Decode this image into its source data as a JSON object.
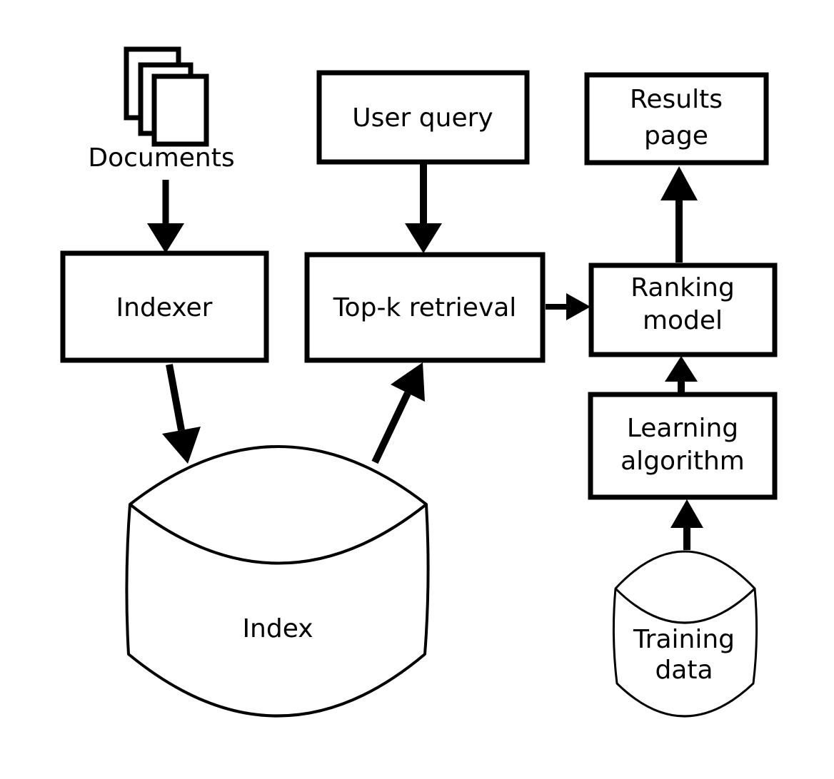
{
  "diagram": {
    "description": "Search engine indexing and learning-to-rank flow diagram",
    "colors": {
      "ink": "#000000",
      "paper": "#ffffff",
      "background": "#ffffff"
    },
    "nodes": {
      "documents": {
        "label": "Documents",
        "shape": "document-stack"
      },
      "indexer": {
        "label": "Indexer",
        "shape": "rect"
      },
      "user_query": {
        "label": "User query",
        "shape": "rect"
      },
      "topk_retrieval": {
        "label": "Top-k retrieval",
        "shape": "rect"
      },
      "results_page": {
        "label": "Results page",
        "line1": "Results",
        "line2": "page",
        "shape": "rect"
      },
      "ranking_model": {
        "label": "Ranking model",
        "line1": "Ranking",
        "line2": "model",
        "shape": "rect"
      },
      "learning_algorithm": {
        "label": "Learning algorithm",
        "line1": "Learning",
        "line2": "algorithm",
        "shape": "rect"
      },
      "index": {
        "label": "Index",
        "shape": "datastore"
      },
      "training_data": {
        "label": "Training data",
        "line1": "Training",
        "line2": "data",
        "shape": "datastore"
      }
    },
    "edges": [
      {
        "from": "documents",
        "to": "indexer"
      },
      {
        "from": "user_query",
        "to": "topk_retrieval"
      },
      {
        "from": "indexer",
        "to": "index"
      },
      {
        "from": "index",
        "to": "topk_retrieval"
      },
      {
        "from": "topk_retrieval",
        "to": "ranking_model"
      },
      {
        "from": "ranking_model",
        "to": "results_page"
      },
      {
        "from": "learning_algorithm",
        "to": "ranking_model"
      },
      {
        "from": "training_data",
        "to": "learning_algorithm"
      }
    ]
  }
}
